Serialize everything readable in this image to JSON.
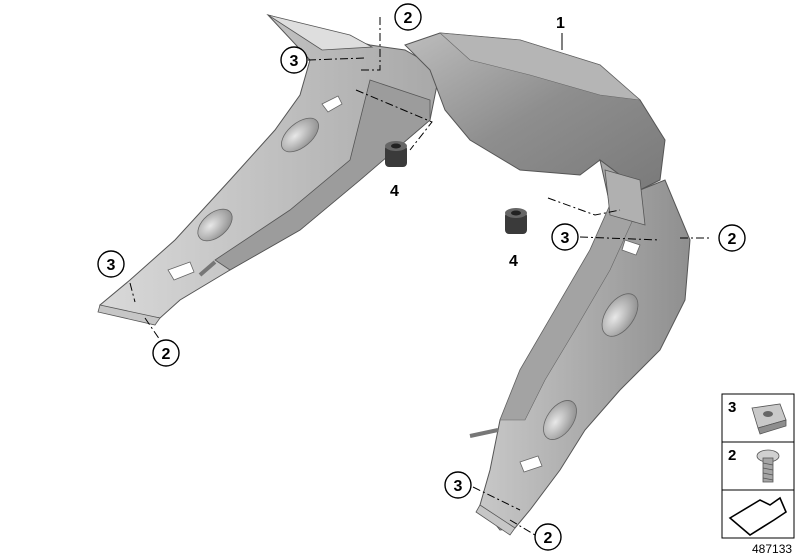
{
  "diagram": {
    "parts": [
      {
        "id": "main-frame",
        "callout": "1"
      },
      {
        "id": "screw",
        "callout": "2"
      },
      {
        "id": "clip-nut",
        "callout": "3"
      },
      {
        "id": "rubber-grommet",
        "callout": "4"
      }
    ],
    "callouts": {
      "frame": "1",
      "screw_top": "2",
      "screw_right": "2",
      "screw_left": "2",
      "screw_bottom": "2",
      "nut_top": "3",
      "nut_right": "3",
      "nut_left": "3",
      "nut_bottom": "3",
      "grommet_left": "4",
      "grommet_right": "4"
    },
    "legend": {
      "row1": "3",
      "row2": "2"
    },
    "document_number": "487133"
  }
}
